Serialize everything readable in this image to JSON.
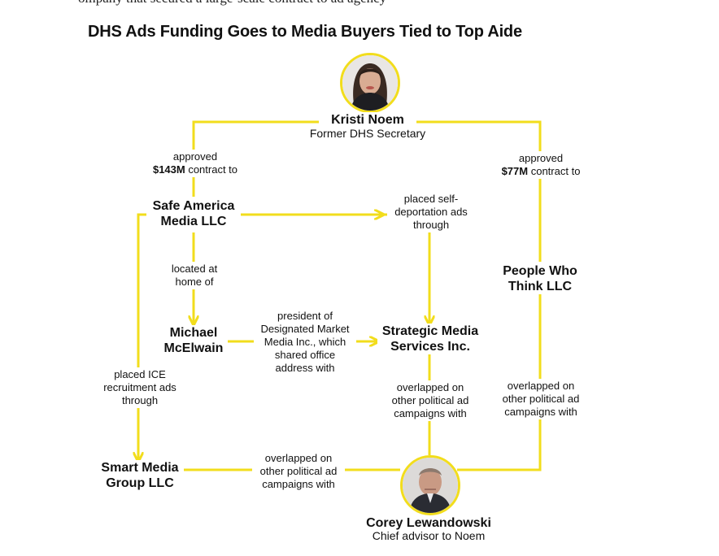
{
  "header": {
    "cutoff_text": "ompany that secured a large-scale contract to ad agency",
    "title": "DHS Ads Funding Goes to Media Buyers Tied to Top Aide"
  },
  "colors": {
    "connector": "#f2dd1c",
    "text": "#111111"
  },
  "nodes": {
    "noem": {
      "name": "Kristi Noem",
      "role": "Former DHS Secretary",
      "photo": "kristi-noem-portrait"
    },
    "safe_america": {
      "line1": "Safe America",
      "line2": "Media LLC"
    },
    "people_who_think": {
      "line1": "People Who",
      "line2": "Think LLC"
    },
    "mcelwain": {
      "line1": "Michael",
      "line2": "McElwain"
    },
    "strategic": {
      "line1": "Strategic Media",
      "line2": "Services Inc."
    },
    "smart_media": {
      "line1": "Smart Media",
      "line2": "Group LLC"
    },
    "lewandowski": {
      "name": "Corey Lewandowski",
      "role": "Chief advisor to Noem",
      "photo": "corey-lewandowski-portrait"
    }
  },
  "edges": {
    "approved_143": {
      "line1": "approved",
      "amount": "$143M",
      "line2_rest": " contract to"
    },
    "approved_77": {
      "line1": "approved",
      "amount": "$77M",
      "line2_rest": " contract to"
    },
    "self_deport": {
      "line1": "placed self-",
      "line2": "deportation ads",
      "line3": "through"
    },
    "located": {
      "line1": "located at",
      "line2": "home of"
    },
    "president": {
      "line1": "president of",
      "line2": "Designated Market",
      "line3": "Media Inc., which",
      "line4": "shared office",
      "line5": "address with"
    },
    "ice": {
      "line1": "placed ICE",
      "line2": "recruitment ads",
      "line3": "through"
    },
    "overlap_strategic": {
      "line1": "overlapped on",
      "line2": "other political ad",
      "line3": "campaigns with"
    },
    "overlap_people": {
      "line1": "overlapped on",
      "line2": "other political ad",
      "line3": "campaigns with"
    },
    "overlap_smart": {
      "line1": "overlapped on",
      "line2": "other political ad",
      "line3": "campaigns with"
    }
  }
}
